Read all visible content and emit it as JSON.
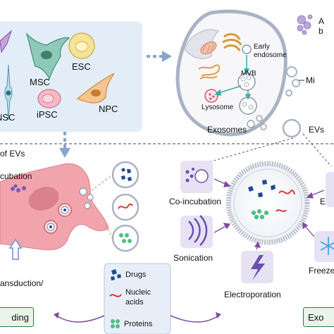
{
  "cells": {
    "msc": "MSC",
    "esc": "ESC",
    "nsc": "NSC",
    "ipsc": "iPSC",
    "npc": "NPC"
  },
  "biogenesis": {
    "early_endosome_line1": "Early",
    "early_endosome_line2": "endosome",
    "mvb": "MVB",
    "lysosome": "Lysosome",
    "exosomes": "Exosomes",
    "evs": "EVs",
    "apoptotic_line1": "A",
    "apoptotic_line2": "b",
    "microvesicles": "Mi"
  },
  "left_panel": {
    "title": "of EVs",
    "incubation": "cubation",
    "transduction": "ansduction/",
    "loading_box": "ding"
  },
  "cargo": {
    "drugs": "Drugs",
    "nucleic_line1": "Nucleic",
    "nucleic_line2": "acids",
    "proteins": "Proteins"
  },
  "exo_methods": {
    "coincubation": "Co-incubation",
    "sonication": "Sonication",
    "electroporation": "Electroporation",
    "freeze": "Freeze",
    "e_label": "E",
    "exo_box": "Exo"
  },
  "colors": {
    "cell_panel_bg": "#e3edf8",
    "dashed_arrow": "#8aa4cc",
    "cargo_box_bg": "#e8eef8",
    "fibroblast": "#f2a4ad",
    "nucleus": "#d9818e",
    "method_tile": "#e6e2f4",
    "method_icon": "#6a4fb0",
    "loading_border": "#2e7d32",
    "drug_blue": "#1d4b8f",
    "nucleic_red": "#d63a3a",
    "protein_green": "#4fbf8a"
  }
}
